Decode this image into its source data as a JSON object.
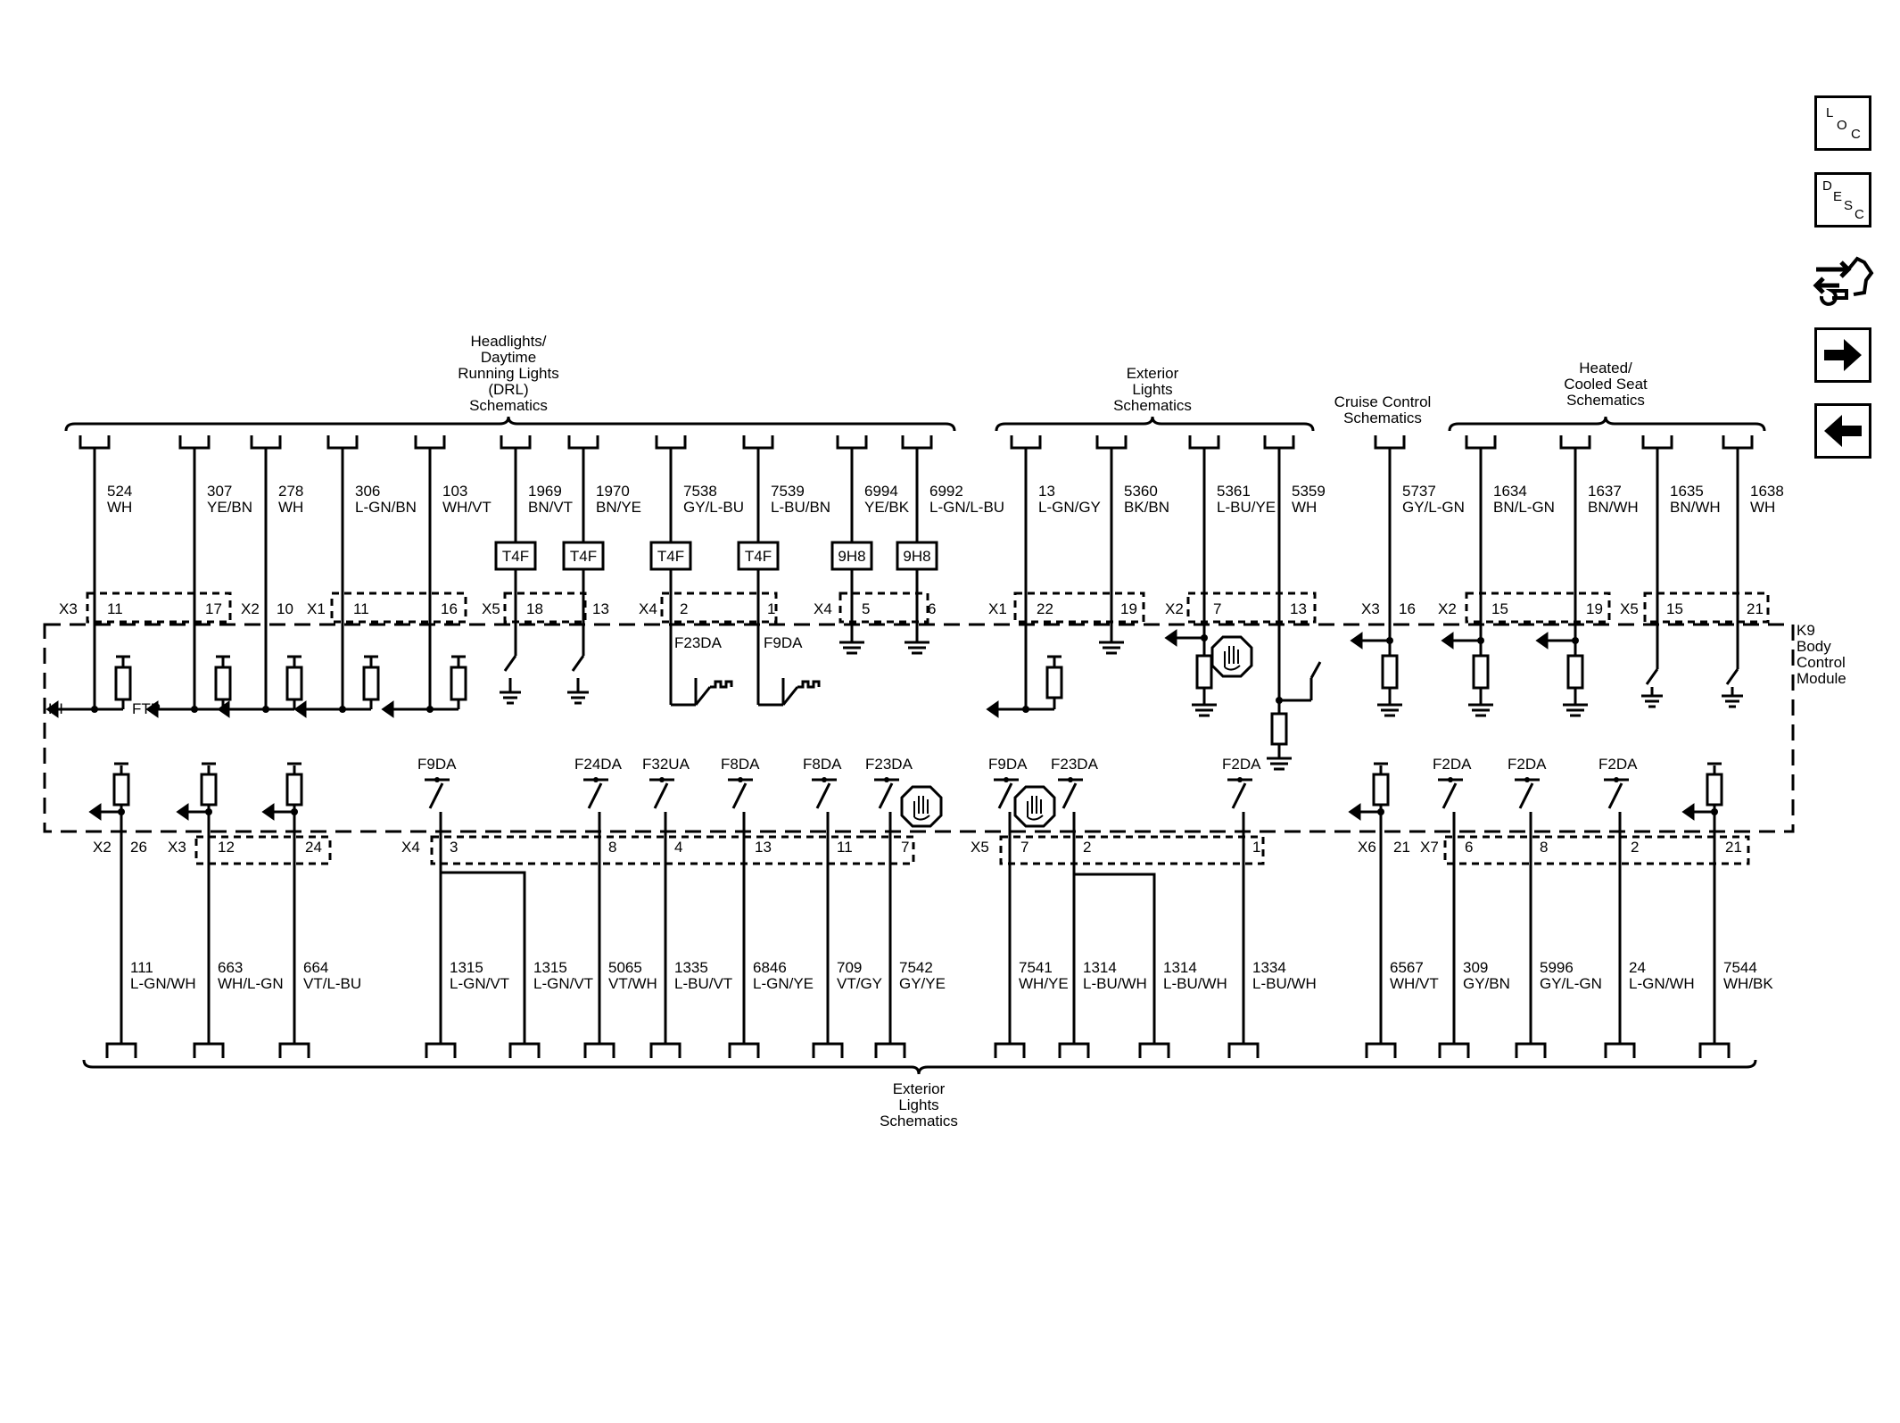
{
  "nav": {
    "loc": [
      "L",
      "O",
      "C"
    ],
    "desc": [
      "D",
      "E",
      "S",
      "C"
    ],
    "icons": [
      "loc-button",
      "desc-button",
      "component-views-icon",
      "next-page-arrow-icon",
      "previous-page-arrow-icon"
    ]
  },
  "module": {
    "name": [
      "K9",
      "Body",
      "Control",
      "Module"
    ]
  },
  "headers": {
    "drl": [
      "Headlights/",
      "Daytime",
      "Running Lights",
      "(DRL)",
      "Schematics"
    ],
    "ext_top": [
      "Exterior",
      "Lights",
      "Schematics"
    ],
    "cruise": [
      "Cruise Control",
      "Schematics"
    ],
    "seat": [
      "Heated/",
      "Cooled Seat",
      "Schematics"
    ],
    "ext_bottom": [
      "Exterior",
      "Lights",
      "Schematics"
    ]
  },
  "top_wires": [
    {
      "circuit": "524",
      "color": "WH"
    },
    {
      "circuit": "307",
      "color": "YE/BN"
    },
    {
      "circuit": "278",
      "color": "WH"
    },
    {
      "circuit": "306",
      "color": "L-GN/BN"
    },
    {
      "circuit": "103",
      "color": "WH/VT"
    },
    {
      "circuit": "1969",
      "color": "BN/VT"
    },
    {
      "circuit": "1970",
      "color": "BN/YE"
    },
    {
      "circuit": "7538",
      "color": "GY/L-BU"
    },
    {
      "circuit": "7539",
      "color": "L-BU/BN"
    },
    {
      "circuit": "6994",
      "color": "YE/BK"
    },
    {
      "circuit": "6992",
      "color": "L-GN/L-BU"
    },
    {
      "circuit": "13",
      "color": "L-GN/GY"
    },
    {
      "circuit": "5360",
      "color": "BK/BN"
    },
    {
      "circuit": "5361",
      "color": "L-BU/YE"
    },
    {
      "circuit": "5359",
      "color": "WH"
    },
    {
      "circuit": "5737",
      "color": "GY/L-GN"
    },
    {
      "circuit": "1634",
      "color": "BN/L-GN"
    },
    {
      "circuit": "1637",
      "color": "BN/WH"
    },
    {
      "circuit": "1635",
      "color": "BN/WH"
    },
    {
      "circuit": "1638",
      "color": "WH"
    }
  ],
  "splices": [
    "T4F",
    "T4F",
    "T4F",
    "T4F",
    "9H8",
    "9H8"
  ],
  "top_connectors": [
    "X3",
    "X2",
    "X1",
    "X5",
    "X4",
    "X4",
    "X1",
    "X2",
    "X3",
    "X2",
    "X5"
  ],
  "top_pins": [
    "11",
    "17",
    "10",
    "11",
    "16",
    "18",
    "13",
    "2",
    "1",
    "5",
    "6",
    "22",
    "19",
    "7",
    "13",
    "16",
    "15",
    "19",
    "15",
    "21"
  ],
  "inner_labels": {
    "hi": "HI",
    "ftp": "FTP",
    "f23da": "F23DA",
    "f9da": "F9DA"
  },
  "bottom_connectors": [
    "X2",
    "X3",
    "X4",
    "X5",
    "X6",
    "X7"
  ],
  "bottom_pins": [
    "26",
    "12",
    "24",
    "3",
    "8",
    "4",
    "13",
    "11",
    "7",
    "7",
    "2",
    "1",
    "21",
    "6",
    "8",
    "2",
    "21"
  ],
  "fuse_labels": [
    "F9DA",
    "F24DA",
    "F32UA",
    "F8DA",
    "F8DA",
    "F23DA",
    "F9DA",
    "F23DA",
    "F2DA",
    "F2DA",
    "F2DA",
    "F2DA"
  ],
  "bottom_wires": [
    {
      "circuit": "111",
      "color": "L-GN/WH"
    },
    {
      "circuit": "663",
      "color": "WH/L-GN"
    },
    {
      "circuit": "664",
      "color": "VT/L-BU"
    },
    {
      "circuit": "1315",
      "color": "L-GN/VT"
    },
    {
      "circuit": "1315",
      "color": "L-GN/VT"
    },
    {
      "circuit": "5065",
      "color": "VT/WH"
    },
    {
      "circuit": "1335",
      "color": "L-BU/VT"
    },
    {
      "circuit": "6846",
      "color": "L-GN/YE"
    },
    {
      "circuit": "709",
      "color": "VT/GY"
    },
    {
      "circuit": "7542",
      "color": "GY/YE"
    },
    {
      "circuit": "7541",
      "color": "WH/YE"
    },
    {
      "circuit": "1314",
      "color": "L-BU/WH"
    },
    {
      "circuit": "1314",
      "color": "L-BU/WH"
    },
    {
      "circuit": "1334",
      "color": "L-BU/WH"
    },
    {
      "circuit": "6567",
      "color": "WH/VT"
    },
    {
      "circuit": "309",
      "color": "GY/BN"
    },
    {
      "circuit": "5996",
      "color": "GY/L-GN"
    },
    {
      "circuit": "24",
      "color": "L-GN/WH"
    },
    {
      "circuit": "7544",
      "color": "WH/BK"
    }
  ]
}
